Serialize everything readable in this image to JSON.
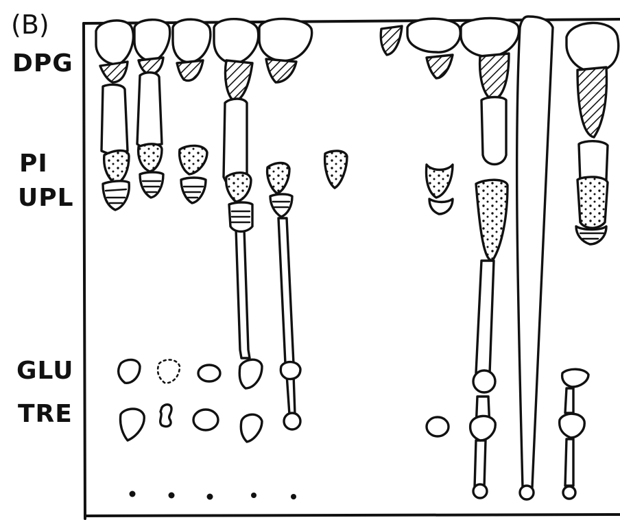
{
  "figure": {
    "panel_label": "(B)",
    "row_labels": {
      "dpg": "DPG",
      "pi": "PI",
      "upl": "UPL",
      "glu": "GLU",
      "tre": "TRE"
    }
  }
}
